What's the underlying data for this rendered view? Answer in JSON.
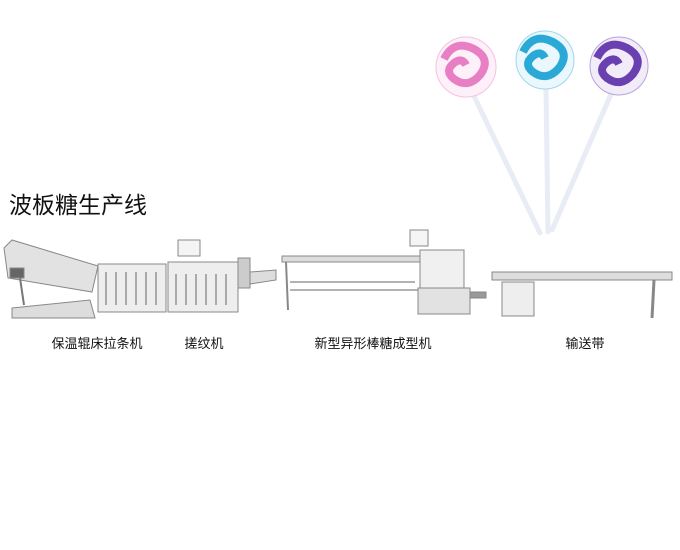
{
  "title": "波板糖生产线",
  "machines": [
    {
      "label": "保温辊床拉条机"
    },
    {
      "label": "搓纹机"
    },
    {
      "label": "新型异形棒糖成型机"
    },
    {
      "label": "输送带"
    }
  ],
  "lollipops": [
    {
      "color": "#e87fc4"
    },
    {
      "color": "#2aa9d6"
    },
    {
      "color": "#6a3fb0"
    }
  ]
}
